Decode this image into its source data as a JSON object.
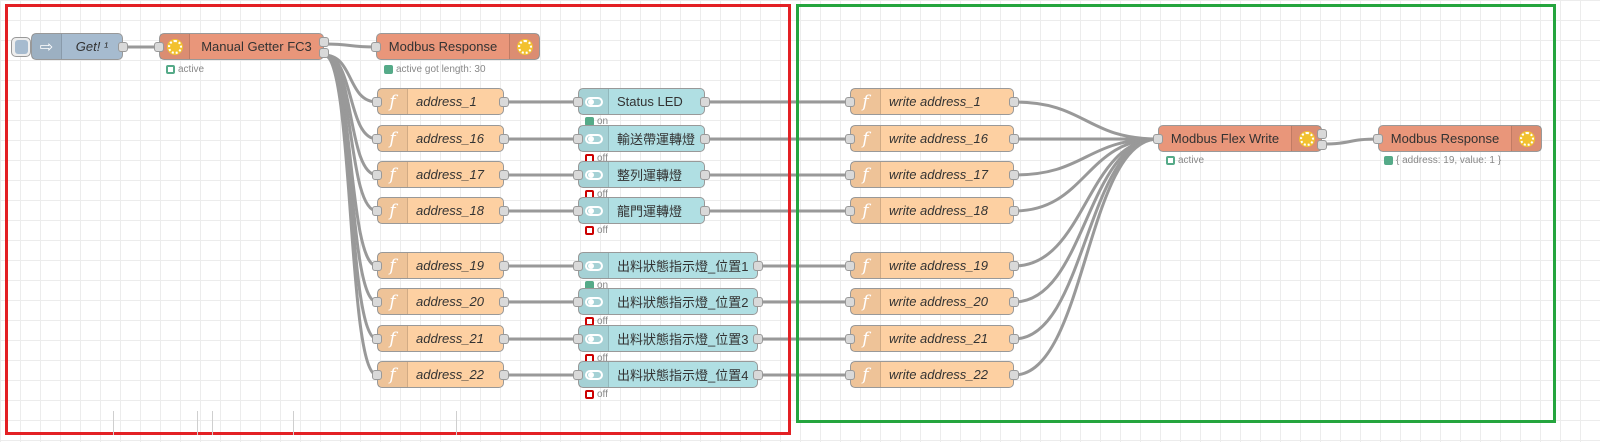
{
  "flow": {
    "inject": {
      "label": "Get! ¹"
    },
    "getter": {
      "label": "Manual Getter FC3",
      "status": "active",
      "status_color": "#55aa88"
    },
    "response_top": {
      "label": "Modbus Response",
      "status": "active got length: 30"
    },
    "functions": [
      {
        "label": "address_1"
      },
      {
        "label": "address_16"
      },
      {
        "label": "address_17"
      },
      {
        "label": "address_18"
      },
      {
        "label": "address_19"
      },
      {
        "label": "address_20"
      },
      {
        "label": "address_21"
      },
      {
        "label": "address_22"
      }
    ],
    "switches": [
      {
        "label": "Status LED",
        "status": "on",
        "status_kind": "on"
      },
      {
        "label": "輸送帶運轉燈",
        "status": "off",
        "status_kind": "off"
      },
      {
        "label": "整列運轉燈",
        "status": "off",
        "status_kind": "off"
      },
      {
        "label": "龍門運轉燈",
        "status": "off",
        "status_kind": "off"
      },
      {
        "label": "出料狀態指示燈_位置1",
        "status": "on",
        "status_kind": "on"
      },
      {
        "label": "出料狀態指示燈_位置2",
        "status": "off",
        "status_kind": "off"
      },
      {
        "label": "出料狀態指示燈_位置3",
        "status": "off",
        "status_kind": "off"
      },
      {
        "label": "出料狀態指示燈_位置4",
        "status": "off",
        "status_kind": "off"
      }
    ],
    "writers": [
      {
        "label": "write address_1"
      },
      {
        "label": "write address_16"
      },
      {
        "label": "write address_17"
      },
      {
        "label": "write address_18"
      },
      {
        "label": "write address_19"
      },
      {
        "label": "write address_20"
      },
      {
        "label": "write address_21"
      },
      {
        "label": "write address_22"
      }
    ],
    "flex_write": {
      "label": "Modbus Flex Write",
      "status": "active"
    },
    "response_right": {
      "label": "Modbus Response",
      "status": "{ address: 19, value: 1 }"
    }
  },
  "colors": {
    "function_node": "#fdd0a2",
    "modbus_node": "#e9967a",
    "inject_node": "#a6bbcf",
    "switch_node": "#b0dfe3",
    "frame_left": "#e32024",
    "frame_right": "#25a53e",
    "status_on": "#55aa88",
    "status_off": "#cc0000"
  },
  "icons": {
    "inject": "arrow-right-icon",
    "modbus": "cog-icon",
    "function": "function-icon",
    "switch": "toggle-icon"
  }
}
